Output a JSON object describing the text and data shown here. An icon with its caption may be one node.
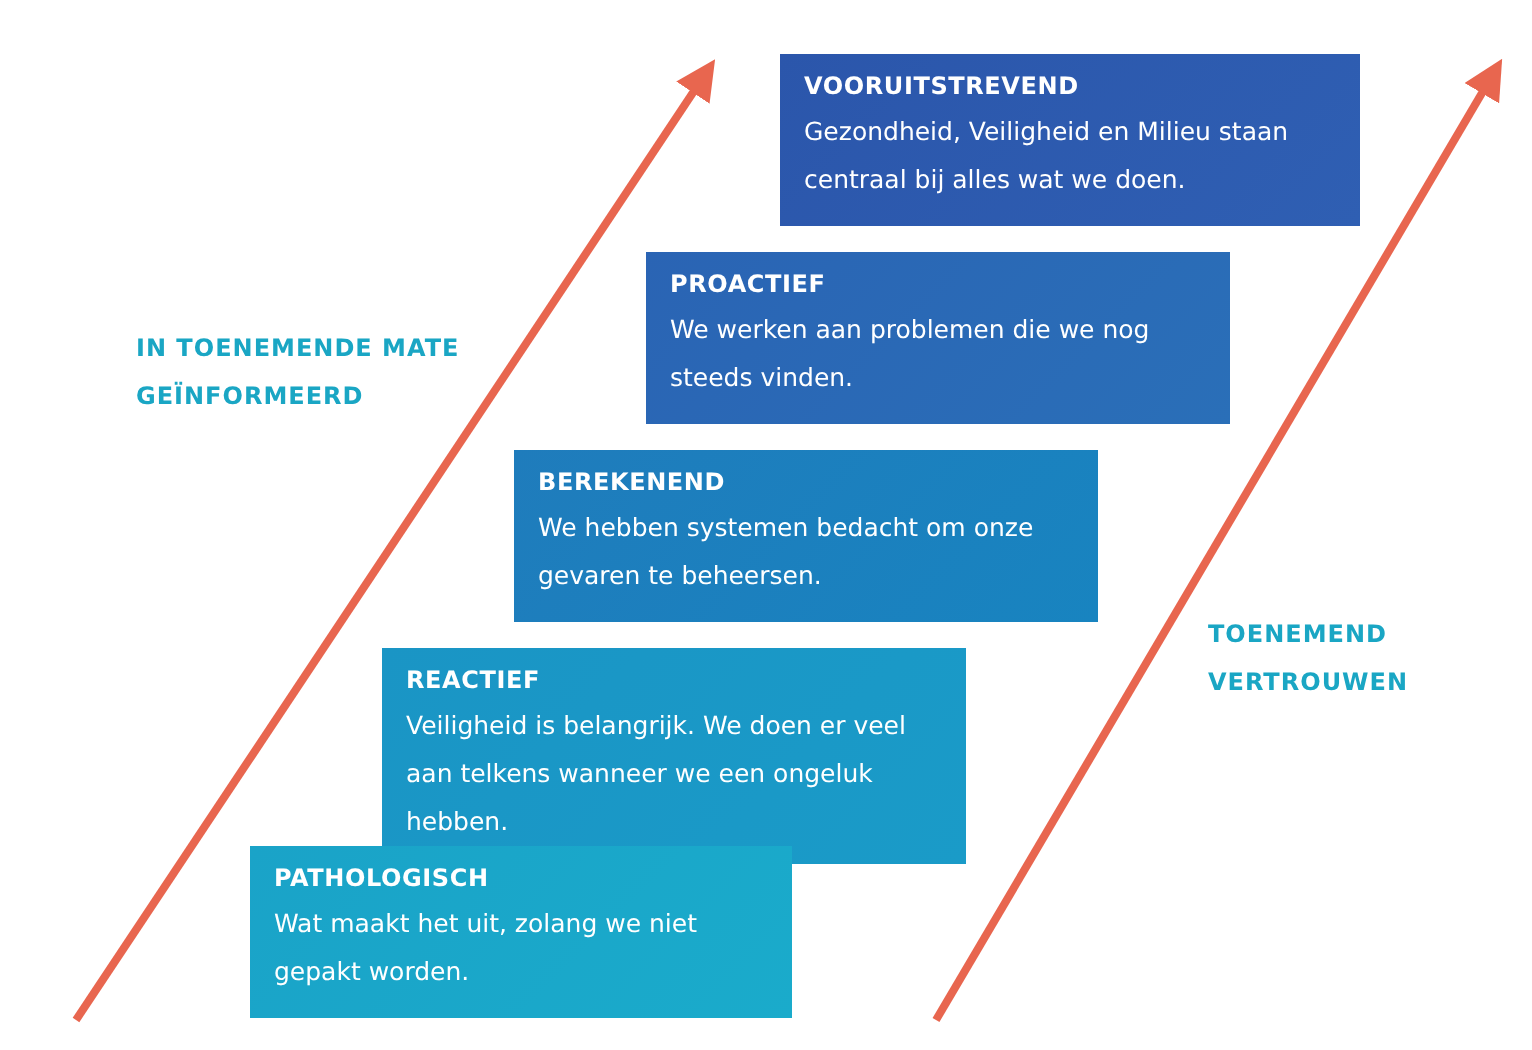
{
  "diagram": {
    "nodes": [
      {
        "text": [
          "VOORUITSTREVEND",
          "Gezondheid, Veiligheid en Milieu staan centraal bij alles wat we doen."
        ]
      },
      {
        "text": [
          "PROACTIEF",
          "We werken aan problemen die we nog steeds vinden."
        ]
      },
      {
        "text": [
          "BEREKENEND",
          "We hebben systemen bedacht om onze gevaren te beheersen."
        ]
      },
      {
        "text": [
          "REACTIEF",
          "Veiligheid is belangrijk. We doen er veel aan telkens wanneer we een ongeluk hebben."
        ]
      },
      {
        "text": [
          "PATHOLOGISCH",
          "Wat maakt het uit, zolang we niet gepakt worden."
        ]
      }
    ],
    "labels": [
      "IN TOENEMENDE MATE GEÏNFORMEERD",
      "TOENEMEND VERTROUWEN"
    ]
  }
}
